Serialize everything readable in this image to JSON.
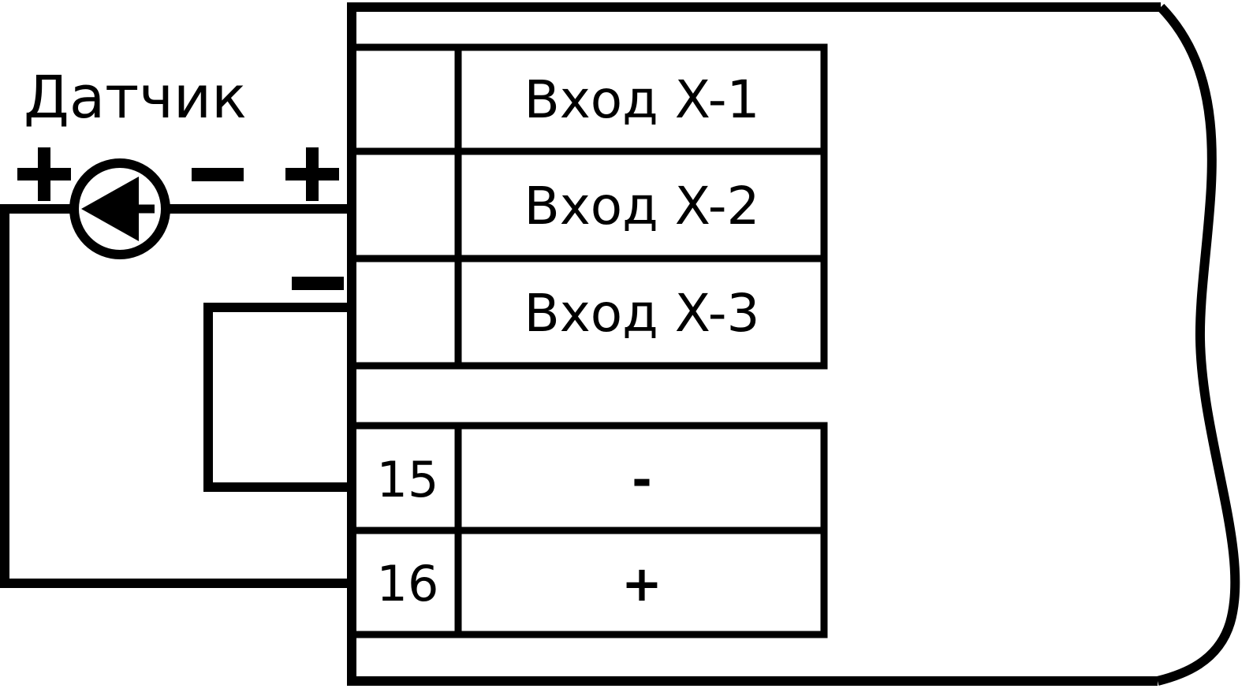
{
  "diagram": {
    "title": "Sensor wiring diagram to device terminal block",
    "language": "ru",
    "stroke_color": "#000000",
    "background_color": "#ffffff"
  },
  "source": {
    "label": "Датчик",
    "symbol_name": "current-source-arrow",
    "terminal_plus_label": "+",
    "terminal_minus_label": "−"
  },
  "wiring": {
    "device_side_plus_label": "+",
    "device_side_minus_label": "−",
    "jumper_name": "jumper-x3-to-15"
  },
  "terminal_block": {
    "input_group": {
      "rows": [
        {
          "number": "",
          "label": "Вход X-1"
        },
        {
          "number": "",
          "label": "Вход X-2"
        },
        {
          "number": "",
          "label": "Вход X-3"
        }
      ]
    },
    "power_group": {
      "rows": [
        {
          "number": "15",
          "label": "-"
        },
        {
          "number": "16",
          "label": "+"
        }
      ]
    }
  }
}
